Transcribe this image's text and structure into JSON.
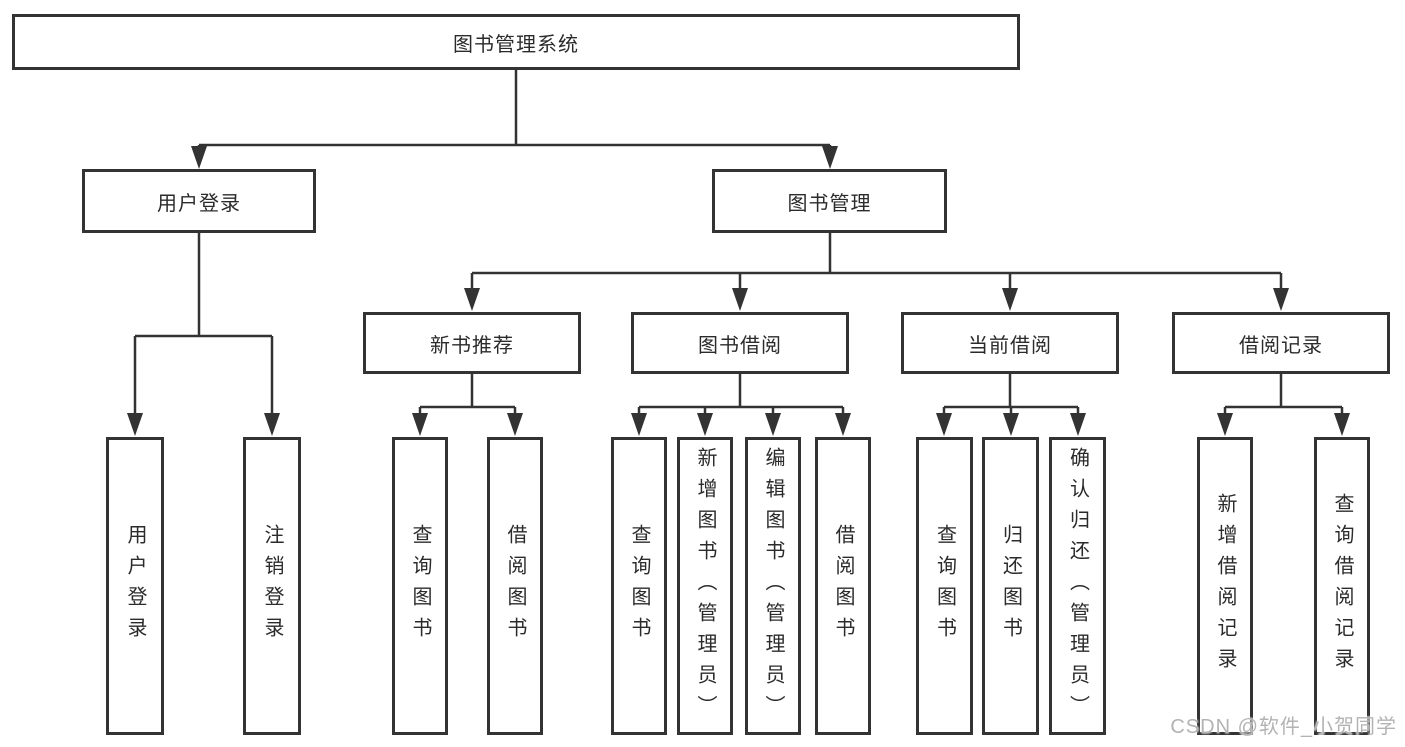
{
  "diagram": {
    "root": {
      "label": "图书管理系统"
    },
    "level1": [
      {
        "label": "用户登录"
      },
      {
        "label": "图书管理"
      }
    ],
    "level2": [
      {
        "label": "新书推荐"
      },
      {
        "label": "图书借阅"
      },
      {
        "label": "当前借阅"
      },
      {
        "label": "借阅记录"
      }
    ],
    "groups": {
      "user_login": [
        "用户登录",
        "注销登录"
      ],
      "new_book": [
        "查询图书",
        "借阅图书"
      ],
      "book_borrow": [
        "查询图书",
        "新增图书（管理员）",
        "编辑图书（管理员）",
        "借阅图书"
      ],
      "current_borrow": [
        "查询图书",
        "归还图书",
        "确认归还（管理员）"
      ],
      "borrow_records": [
        "新增借阅记录",
        "查询借阅记录"
      ]
    }
  },
  "watermark": {
    "text": "CSDN @软件_小贺同学",
    "color": "#b3b3b3"
  },
  "colors": {
    "line": "#333333",
    "box_border": "#333333",
    "box_fill": "#ffffff",
    "text": "#2b2b2b",
    "background": "#ffffff"
  }
}
